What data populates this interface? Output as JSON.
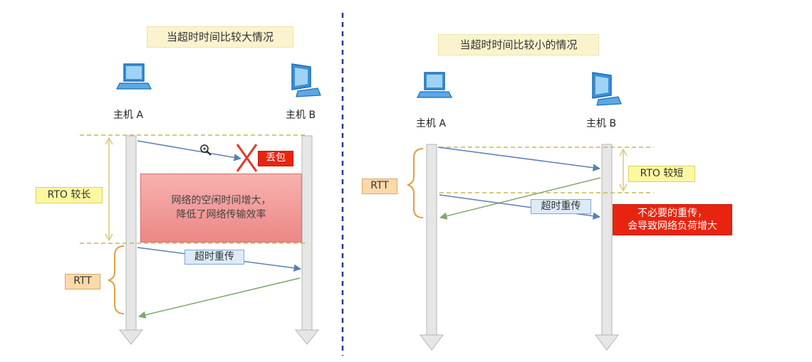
{
  "left": {
    "title": "当超时时间比较大情况",
    "host_a": "主机 A",
    "host_b": "主机 B",
    "rto": "RTO 较长",
    "rtt": "RTT",
    "loss": "丢包",
    "idle_note": [
      "网络的空闲时间增大，",
      "降低了网络传输效率"
    ],
    "retransmit": "超时重传"
  },
  "right": {
    "title": "当超时时间比较小的情况",
    "host_a": "主机 A",
    "host_b": "主机 B",
    "rto": "RTO 较短",
    "rtt": "RTT",
    "retransmit": "超时重传",
    "note": [
      "不必要的重传，",
      "会导致网络负荷增大"
    ]
  },
  "colors": {
    "divider": "#2a33a0",
    "guide_dash": "#c8b84e",
    "send_arrow": "#5b7fb3",
    "ack_arrow": "#7ea86a",
    "brace": "#e0a040",
    "loss_x": "#e03a2a"
  },
  "icons": {
    "host_a": "laptop-icon",
    "host_b": "desktop-icon",
    "cursor": "zoom-cursor-icon"
  }
}
